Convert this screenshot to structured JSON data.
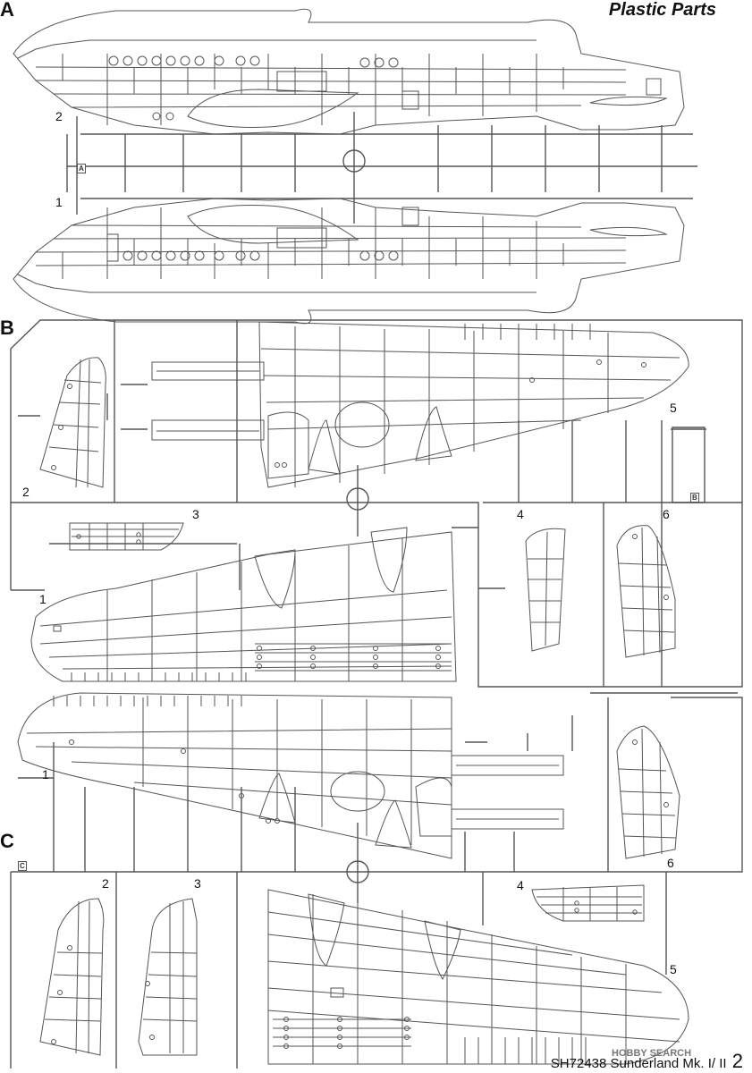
{
  "header": {
    "title": "Plastic Parts"
  },
  "sprues": [
    {
      "letter": "A",
      "tag": "A",
      "parts": [
        "2",
        "1"
      ]
    },
    {
      "letter": "B",
      "tag": "B",
      "parts": [
        "5",
        "2",
        "3",
        "4",
        "6",
        "1"
      ]
    },
    {
      "letter": "C",
      "tag": "C",
      "parts": [
        "1",
        "6",
        "2",
        "3",
        "4",
        "5"
      ]
    }
  ],
  "watermark": "HOBBY SEARCH",
  "footer": {
    "product_code": "SH72438 Sunderland Mk. I/ II",
    "page_number": "2"
  },
  "colors": {
    "line": "#555555",
    "text": "#111111",
    "background": "#ffffff"
  }
}
